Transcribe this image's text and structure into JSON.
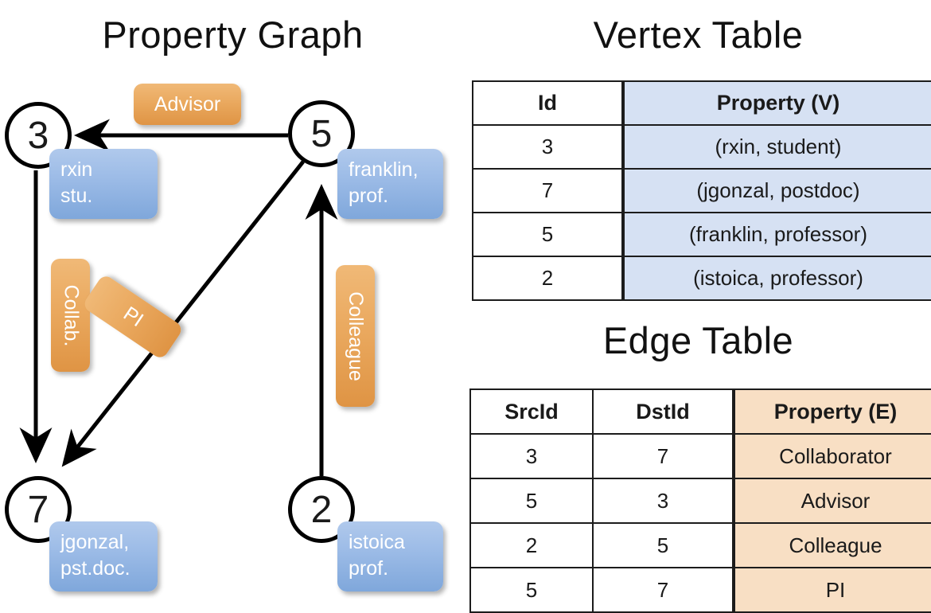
{
  "graph": {
    "title": "Property Graph",
    "nodes": [
      {
        "id": "3",
        "property_lines": [
          "rxin",
          "stu."
        ]
      },
      {
        "id": "5",
        "property_lines": [
          "franklin,",
          "prof."
        ]
      },
      {
        "id": "7",
        "property_lines": [
          "jgonzal,",
          "pst.doc."
        ]
      },
      {
        "id": "2",
        "property_lines": [
          "istoica",
          "prof."
        ]
      }
    ],
    "edge_labels": [
      {
        "text": "Advisor",
        "orientation": "horizontal"
      },
      {
        "text": "Collab.",
        "orientation": "vertical"
      },
      {
        "text": "PI",
        "orientation": "tilted"
      },
      {
        "text": "Colleague",
        "orientation": "vertical"
      }
    ],
    "edges": [
      {
        "src": "5",
        "dst": "3",
        "label": "Advisor"
      },
      {
        "src": "3",
        "dst": "7",
        "label": "Collab."
      },
      {
        "src": "5",
        "dst": "7",
        "label": "PI"
      },
      {
        "src": "2",
        "dst": "5",
        "label": "Colleague"
      }
    ],
    "colors": {
      "vertex_box": "#9dbce7",
      "edge_box": "#eaa95f",
      "stroke": "#000000",
      "circle_fill": "#ffffff"
    }
  },
  "vertex_table": {
    "title": "Vertex Table",
    "headers": [
      "Id",
      "Property (V)"
    ],
    "rows": [
      [
        "3",
        "(rxin, student)"
      ],
      [
        "7",
        "(jgonzal, postdoc)"
      ],
      [
        "5",
        "(franklin, professor)"
      ],
      [
        "2",
        "(istoica, professor)"
      ]
    ],
    "property_column_color": "#d6e1f3"
  },
  "edge_table": {
    "title": "Edge Table",
    "headers": [
      "SrcId",
      "DstId",
      "Property (E)"
    ],
    "rows": [
      [
        "3",
        "7",
        "Collaborator"
      ],
      [
        "5",
        "3",
        "Advisor"
      ],
      [
        "2",
        "5",
        "Colleague"
      ],
      [
        "5",
        "7",
        "PI"
      ]
    ],
    "property_column_color": "#f8dfc4"
  }
}
